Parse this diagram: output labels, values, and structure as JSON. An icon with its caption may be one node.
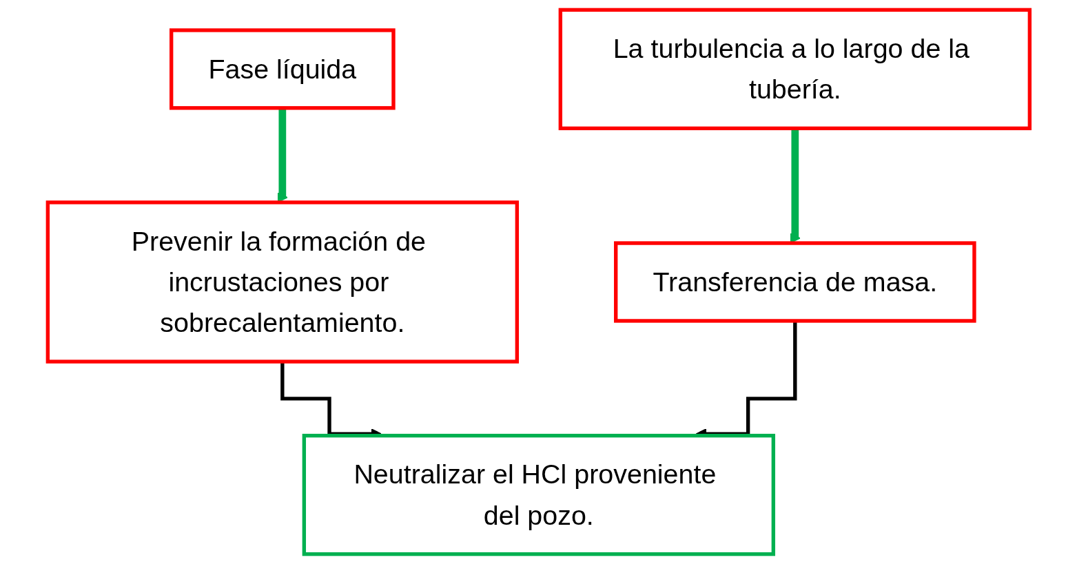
{
  "diagram": {
    "nodes": [
      {
        "text": [
          "Fase líquida"
        ]
      },
      {
        "text": [
          "Prevenir la formación de incrustaciones por sobrecalentamiento."
        ]
      },
      {
        "text": [
          "La turbulencia a lo largo de la tubería."
        ]
      },
      {
        "text": [
          "Transferencia de masa."
        ]
      },
      {
        "text": [
          "Neutralizar el HCl proveniente del pozo."
        ]
      }
    ],
    "edges": [
      {
        "from": 0,
        "to": 1,
        "arrow": "to",
        "style": "thick",
        "color": "#00b050"
      },
      {
        "from": 2,
        "to": 3,
        "arrow": "to",
        "style": "thick",
        "color": "#00b050"
      },
      {
        "from": 1,
        "to": 4,
        "arrow": "to",
        "color": "#000000"
      },
      {
        "from": 3,
        "to": 4,
        "arrow": "to",
        "color": "#000000"
      }
    ]
  }
}
